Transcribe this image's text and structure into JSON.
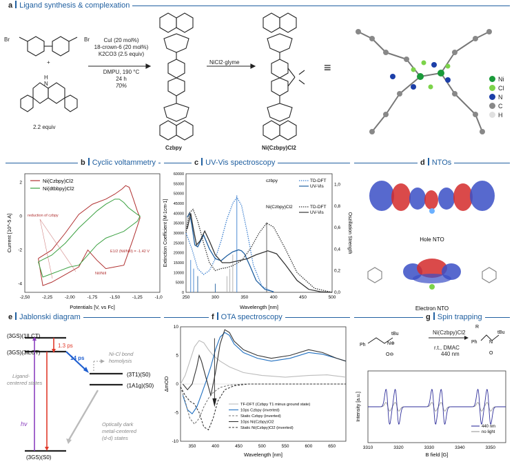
{
  "panels": {
    "a": {
      "letter": "a",
      "title": "Ligand synthesis & complexation"
    },
    "b": {
      "letter": "b",
      "title": "Cyclic voltammetry"
    },
    "c": {
      "letter": "c",
      "title": "UV-Vis spectroscopy"
    },
    "d": {
      "letter": "d",
      "title": "NTOs"
    },
    "e": {
      "letter": "e",
      "title": "Jablonski diagram"
    },
    "f": {
      "letter": "f",
      "title": "OTA spectroscopy"
    },
    "g": {
      "letter": "g",
      "title": "Spin trapping"
    }
  },
  "synthesis": {
    "plus": "+",
    "equiv": "2.2 equiv",
    "reagents": [
      "CuI (20 mol%)",
      "18-crown-6 (20 mol%)",
      "K2CO3 (2.5 equiv)"
    ],
    "conditions": [
      "DMPU, 190 °C",
      "24 h",
      "70%"
    ],
    "step2": "NiCl2·glyme",
    "product1": "Czbpy",
    "product2": "Ni(Czbpy)Cl2",
    "equals": "≡",
    "legend": [
      "Ni",
      "Cl",
      "N",
      "C",
      "H"
    ],
    "legend_colors": [
      "#1a9a3a",
      "#7cd34a",
      "#1c3fa8",
      "#888888",
      "#e0e0e0"
    ]
  },
  "nto": {
    "hole": "Hole NTO",
    "electron": "Electron NTO"
  },
  "jablonski": {
    "levels": [
      "(3GS)(1ILCT)",
      "(3GS)(3ILCT)",
      "(3T1)(S0)",
      "(1A1g)(S0)",
      "(3GS)(S0)"
    ],
    "t1": "1.3 ps",
    "t2": "14 ps",
    "hv": "hν",
    "nicl": [
      "Ni-Cl bond",
      "homolysis"
    ],
    "ligand": [
      "Ligand-",
      "centered states"
    ],
    "dark": [
      "Optically dark",
      "metal-centered",
      "(d-d) states"
    ]
  },
  "spin": {
    "catalyst": "Ni(Czbpy)Cl2",
    "cond": [
      "r.t., DMAC",
      "440 nm"
    ],
    "legend": [
      "440 nm",
      "no light"
    ]
  },
  "chart_data": [
    {
      "type": "line",
      "title": "Cyclic voltammetry",
      "xlabel": "Potentials [V, vs Fc]",
      "ylabel": "Current [10^-5 A]",
      "xlim": [
        -2.5,
        -1.0
      ],
      "ylim": [
        -4.5,
        2.5
      ],
      "xticks": [
        "-2,50",
        "-2,25",
        "-2,00",
        "-1,75",
        "-1,50",
        "-1,25",
        "-1,00"
      ],
      "yticks": [
        "-4",
        "-2",
        "0",
        "2"
      ],
      "annotations": [
        "reduction of czbpy",
        "E1/2 (NiI/NiII) = -1.42 V",
        "NiI/NiII"
      ],
      "series": [
        {
          "name": "Ni(Czbpy)Cl2",
          "color": "#b03030",
          "x": [
            -2.35,
            -2.2,
            -2.05,
            -1.9,
            -1.75,
            -1.6,
            -1.5,
            -1.42,
            -1.38,
            -1.34,
            -1.3,
            -1.25,
            -1.22,
            -1.25,
            -1.3,
            -1.4,
            -1.5,
            -1.6,
            -1.7,
            -1.8,
            -1.9,
            -2.0,
            -2.1,
            -2.2,
            -2.3,
            -2.35
          ],
          "y": [
            -2.5,
            -2.0,
            -1.0,
            0.1,
            0.7,
            1.0,
            1.3,
            1.6,
            1.8,
            1.7,
            1.1,
            0.3,
            -0.1,
            -0.6,
            -1.4,
            -2.9,
            -3.0,
            -3.1,
            -2.6,
            -2.0,
            -3.0,
            -3.3,
            -3.6,
            -3.9,
            -4.1,
            -2.5
          ]
        },
        {
          "name": "Ni(dtbbpy)Cl2",
          "color": "#3aa040",
          "x": [
            -2.35,
            -2.2,
            -2.05,
            -1.9,
            -1.8,
            -1.7,
            -1.6,
            -1.5,
            -1.45,
            -1.4,
            -1.35,
            -1.3,
            -1.25,
            -1.22,
            -1.25,
            -1.3,
            -1.4,
            -1.5,
            -1.6,
            -1.7,
            -1.8,
            -1.9,
            -2.0,
            -2.1,
            -2.2,
            -2.3,
            -2.35
          ],
          "y": [
            -2.7,
            -2.3,
            -1.6,
            -0.7,
            -0.2,
            0.3,
            0.7,
            1.0,
            1.0,
            0.8,
            0.5,
            0.3,
            0.1,
            0.0,
            -0.3,
            -0.5,
            -0.9,
            -1.1,
            -1.3,
            -1.7,
            -2.3,
            -2.9,
            -3.0,
            -3.2,
            -3.4,
            -3.6,
            -2.7
          ]
        }
      ]
    },
    {
      "type": "line",
      "title": "UV-Vis spectroscopy",
      "xlabel": "Wavelength [nm]",
      "ylabel": "Extinction Coefficient [M-1cm-1]",
      "ylabel2": "Oszillation Strength",
      "xlim": [
        250,
        500
      ],
      "ylim": [
        0,
        60000
      ],
      "ylim2": [
        0,
        1.1
      ],
      "xticks": [
        "250",
        "300",
        "350",
        "400",
        "450",
        "500"
      ],
      "yticks": [
        "0",
        "5000",
        "10000",
        "15000",
        "20000",
        "25000",
        "30000",
        "35000",
        "40000",
        "45000",
        "50000",
        "55000",
        "60000"
      ],
      "yticks2": [
        "0,0",
        "0,2",
        "0,4",
        "0,6",
        "0,8",
        "1,0"
      ],
      "legend_groups": [
        "czbpy",
        "Ni(Czbpy)Cl2"
      ],
      "series": [
        {
          "name": "TD-DFT",
          "group": "czbpy",
          "style": "dotted",
          "color": "#3b7fcf",
          "x": [
            250,
            260,
            270,
            280,
            290,
            300,
            310,
            320,
            330,
            337,
            345,
            355,
            365,
            380,
            400
          ],
          "y": [
            30000,
            22000,
            12000,
            9000,
            11000,
            17000,
            26000,
            37000,
            45000,
            48000,
            44000,
            30000,
            14000,
            3000,
            0
          ]
        },
        {
          "name": "UV-Vis",
          "group": "czbpy",
          "style": "solid",
          "color": "#1f5fa0",
          "x": [
            252,
            256,
            260,
            265,
            270,
            280,
            290,
            300,
            310,
            320,
            330,
            340,
            345,
            350,
            360,
            370,
            385,
            400
          ],
          "y": [
            38000,
            40000,
            34000,
            24000,
            23000,
            29000,
            22000,
            17000,
            16000,
            18500,
            20500,
            21500,
            21000,
            19500,
            13000,
            6000,
            1500,
            300
          ]
        },
        {
          "name": "TD-DFT",
          "group": "Ni(Czbpy)Cl2",
          "style": "dotted",
          "color": "#333333",
          "x": [
            250,
            255,
            262,
            270,
            280,
            290,
            300,
            310,
            320,
            330,
            345,
            360,
            375,
            388,
            400,
            420,
            440,
            470,
            500
          ],
          "y": [
            30000,
            40000,
            42000,
            36000,
            25000,
            15000,
            11000,
            12000,
            12500,
            13500,
            16000,
            22000,
            30000,
            35000,
            33000,
            22000,
            10000,
            2000,
            0
          ]
        },
        {
          "name": "UV-Vis",
          "group": "Ni(Czbpy)Cl2",
          "style": "solid",
          "color": "#333333",
          "x": [
            252,
            258,
            262,
            268,
            274,
            282,
            290,
            300,
            312,
            325,
            340,
            355,
            370,
            390,
            405,
            420,
            440,
            460,
            480,
            500
          ],
          "y": [
            32000,
            40000,
            33000,
            24000,
            26000,
            31000,
            26000,
            19000,
            15000,
            15000,
            16000,
            17000,
            19000,
            21000,
            19500,
            14000,
            6000,
            1500,
            300,
            0
          ]
        }
      ]
    },
    {
      "type": "line",
      "title": "OTA spectroscopy",
      "xlabel": "Wavelength [nm]",
      "ylabel": "ΔmOD",
      "xlim": [
        325,
        680
      ],
      "ylim": [
        -10,
        10
      ],
      "xticks": [
        "350",
        "400",
        "450",
        "500",
        "550",
        "600",
        "650"
      ],
      "yticks": [
        "-10",
        "-5",
        "0",
        "5",
        "10"
      ],
      "series": [
        {
          "name": "TF-DFT (Czbpy T1 minus ground state)",
          "color": "#bbbbbb",
          "x": [
            325,
            335,
            345,
            355,
            365,
            375,
            385,
            395,
            410,
            430,
            460,
            500,
            550,
            600,
            640,
            680
          ],
          "y": [
            0,
            1.5,
            4,
            6.5,
            7.6,
            7.2,
            6,
            5,
            4,
            3,
            2,
            1.5,
            1.2,
            1.5,
            1.6,
            1.2
          ]
        },
        {
          "name": "10ps Czbpy (inverted)",
          "color": "#1f6fc0",
          "x": [
            330,
            340,
            350,
            360,
            370,
            380,
            390,
            400,
            410,
            420,
            430,
            440,
            460,
            490,
            520,
            560,
            600,
            630,
            660,
            680
          ],
          "y": [
            -2,
            -4.5,
            -5.2,
            -4,
            -1.8,
            0.5,
            3,
            6,
            8.2,
            9,
            8.5,
            7,
            5.5,
            4.5,
            4,
            4.5,
            5.5,
            5.2,
            4.5,
            4
          ]
        },
        {
          "name": "Static Czbpy (inverted)",
          "color": "#777777",
          "x": [
            325,
            335,
            345,
            355,
            365,
            375,
            385,
            395,
            410,
            430,
            460,
            500,
            560,
            620,
            680
          ],
          "y": [
            -0.5,
            -3,
            -6,
            -7,
            -6,
            -4,
            -2.5,
            -1.5,
            -0.6,
            -0.2,
            0,
            0,
            0,
            0,
            0
          ]
        },
        {
          "name": "10ps Ni(Czbpy)Cl2",
          "color": "#333333",
          "x": [
            330,
            340,
            350,
            360,
            365,
            370,
            380,
            390,
            400,
            410,
            420,
            430,
            440,
            460,
            490,
            520,
            560,
            600,
            630,
            660,
            680
          ],
          "y": [
            0,
            -1,
            0,
            3,
            5,
            4,
            1,
            -2,
            2,
            7,
            9.5,
            9,
            7.5,
            6,
            5,
            4.5,
            5,
            6,
            5.5,
            4.5,
            4
          ]
        },
        {
          "name": "Static Ni(Czbpy)Cl2 (inverted)",
          "color": "#333333",
          "x": [
            325,
            335,
            345,
            355,
            365,
            375,
            385,
            395,
            405,
            420,
            440,
            470,
            520,
            600,
            680
          ],
          "y": [
            -0.5,
            -2,
            -3,
            -3.5,
            -5,
            -7.5,
            -8,
            -6,
            -3,
            -1,
            -0.3,
            0,
            0,
            0,
            0
          ]
        }
      ]
    },
    {
      "type": "line",
      "title": "Spin trapping",
      "xlabel": "B field [G]",
      "ylabel": "Intensity [a.u.]",
      "xlim": [
        3310,
        3355
      ],
      "xticks": [
        "3310",
        "3320",
        "3330",
        "3340",
        "3350"
      ],
      "series": [
        {
          "name": "440 nm",
          "color": "#2e2e9a",
          "lines": [
            3316.5,
            3319.5,
            3331.5,
            3334.5,
            3346.5,
            3349.5
          ],
          "amp": 1.0
        },
        {
          "name": "no light",
          "color": "#999999",
          "lines": [
            3316.5,
            3319.5,
            3331.5,
            3334.5,
            3346.5,
            3349.5
          ],
          "amp": 0.25
        }
      ]
    }
  ]
}
